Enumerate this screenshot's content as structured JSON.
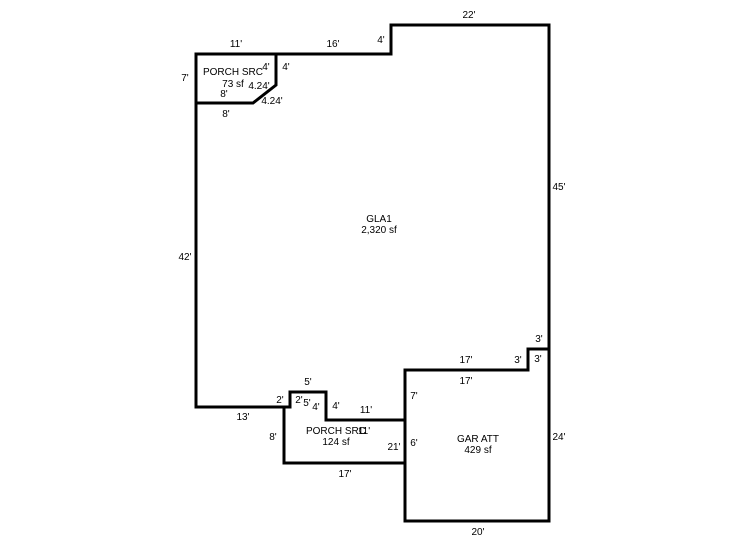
{
  "areas": {
    "gla": {
      "name": "GLA1",
      "area": "2,320 sf"
    },
    "porch_top": {
      "name": "PORCH SRC",
      "area": "73 sf"
    },
    "porch_bottom": {
      "name": "PORCH SRC",
      "area": "124 sf"
    },
    "garage": {
      "name": "GAR ATT",
      "area": "429 sf"
    }
  },
  "dimensions": {
    "top_left_11": "11'",
    "top_16": "16'",
    "top_4": "4'",
    "top_22": "22'",
    "right_45": "45'",
    "left_7": "7'",
    "left_42": "42'",
    "porch_top_4": "4'",
    "porch_top_4_right": "4'",
    "porch_top_424_a": "4.24'",
    "porch_top_8": "8'",
    "porch_top_424_b": "4.24'",
    "porch_top_8_below": "8'",
    "step_3_top": "3'",
    "step_3_left": "3'",
    "step_3_right": "3'",
    "gar_17_top": "17'",
    "gar_17_inner": "17'",
    "gar_7": "7'",
    "gar_6": "6'",
    "gar_24": "24'",
    "gar_20": "20'",
    "porch_bottom_5": "5'",
    "porch_bottom_2_a": "2'",
    "porch_bottom_2_b": "2'",
    "porch_bottom_5b": "5'",
    "porch_bottom_4": "4'",
    "porch_bottom_4b": "4'",
    "porch_bottom_11": "11'",
    "porch_bottom_11b": "11'",
    "porch_bottom_21": "21'",
    "porch_bottom_13": "13'",
    "porch_bottom_8": "8'",
    "porch_bottom_17": "17'"
  }
}
